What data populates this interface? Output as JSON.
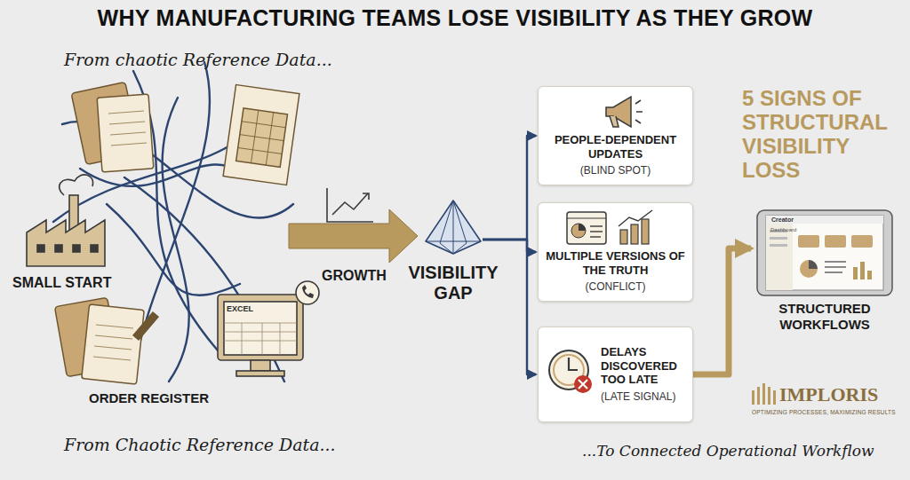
{
  "diagram": {
    "title": "WHY MANUFACTURING TEAMS LOSE VISIBILITY AS THEY GROW",
    "nodes": [
      {
        "text": [
          "VISIBILITY GAP"
        ]
      },
      {
        "text": [
          "PEOPLE-DEPENDENT UPDATES",
          "(BLIND SPOT)"
        ]
      },
      {
        "text": [
          "MULTIPLE VERSIONS OF THE TRUTH",
          "(CONFLICT)"
        ]
      },
      {
        "text": [
          "DELAYS DISCOVERED TOO LATE",
          "(LATE SIGNAL)"
        ]
      },
      {
        "text": [
          "Creator",
          "Dashboard",
          "STRUCTURED WORKFLOWS"
        ]
      }
    ],
    "edges": [
      {
        "from": 0,
        "to": 1,
        "arrow": "to"
      },
      {
        "from": 0,
        "to": 2,
        "arrow": "to"
      },
      {
        "from": 0,
        "to": 3,
        "arrow": "to"
      },
      {
        "from": 3,
        "to": 4,
        "arrow": "to"
      }
    ],
    "labels": [
      "From chaotic Reference Data...",
      "SMALL START",
      "EXCEL",
      "ORDER REGISTER",
      "GROWTH",
      "5 SIGNS OF STRUCTURAL VISIBILITY LOSS",
      "From Chaotic Reference Data...",
      "...To Connected Operational Workflow",
      "IMPLORIS",
      "OPTIMIZING PROCESSES, MAXIMIZING RESULTS"
    ]
  }
}
